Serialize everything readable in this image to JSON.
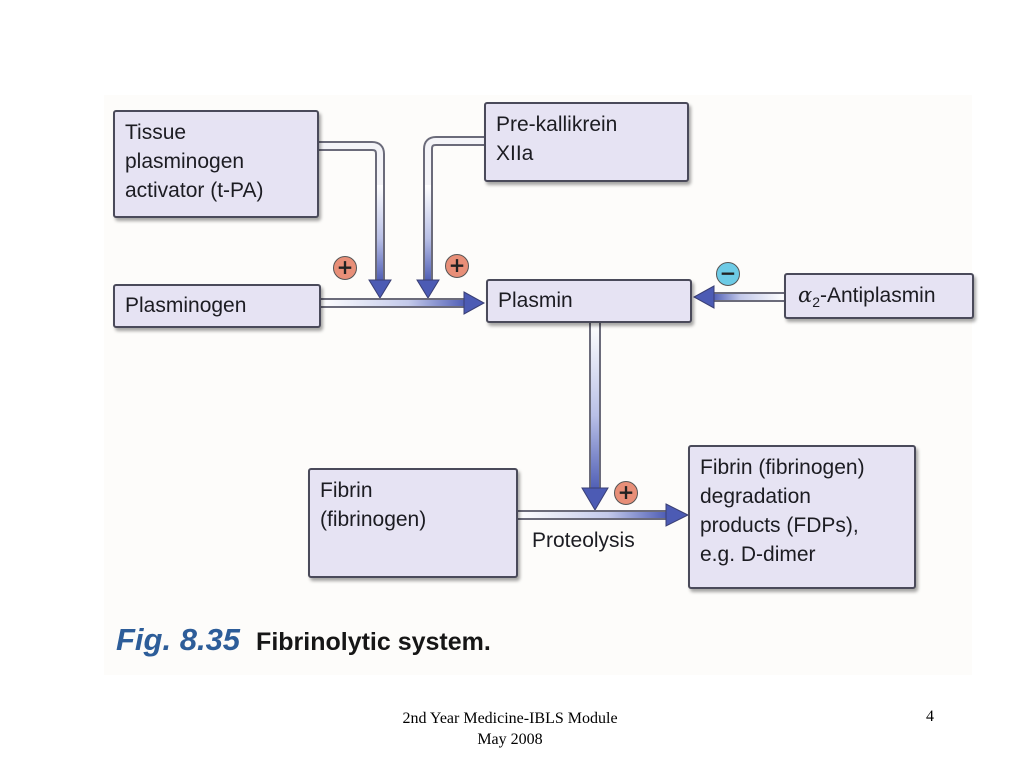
{
  "diagram": {
    "nodes": {
      "tpa": "Tissue\nplasminogen\nactivator (t-PA)",
      "prekallikrein": "Pre-kallikrein\nXIIa",
      "plasminogen": "Plasminogen",
      "plasmin": "Plasmin",
      "antiplasmin_prefix": "α",
      "antiplasmin_subscript": "2",
      "antiplasmin_suffix": "-Antiplasmin",
      "fibrin": "Fibrin\n(fibrinogen)",
      "fdps": "Fibrin (fibrinogen)\ndegradation\nproducts (FDPs),\ne.g. D-dimer"
    },
    "edge_labels": {
      "proteolysis": "Proteolysis"
    },
    "signs": {
      "tpa_effect": "+",
      "prekallikrein_effect": "+",
      "antiplasmin_effect": "−",
      "proteolysis_effect": "+"
    },
    "colors": {
      "box_fill": "#e6e3f3",
      "arrow_blue": "#4c5bb4",
      "plus_fill": "#e88f78",
      "minus_fill": "#6dcbe6",
      "caption_number": "#2d5d99"
    }
  },
  "caption": {
    "number": "Fig. 8.35",
    "title": "Fibrinolytic system."
  },
  "footer": {
    "line1": "2nd Year Medicine-IBLS Module",
    "line2": "May 2008",
    "page": "4"
  }
}
